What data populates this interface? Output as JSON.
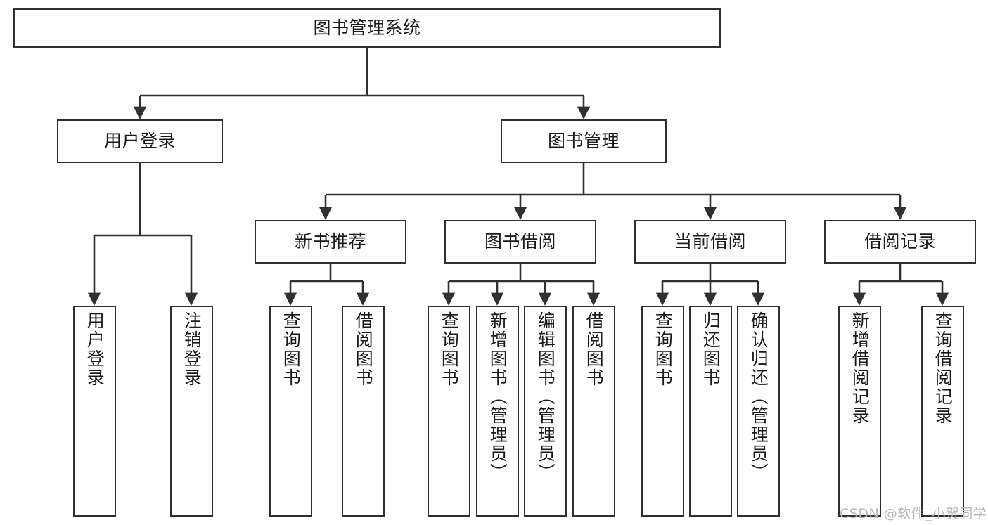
{
  "diagram": {
    "type": "tree-hierarchy",
    "title": "图书管理系统",
    "orientation": "top-down",
    "colors": {
      "box_border": "#303030",
      "box_fill": "#ffffff",
      "edge": "#303030",
      "text": "#1a1a1a",
      "watermark": "#b9b9b9",
      "background": "#ffffff"
    },
    "root": {
      "id": "root",
      "label": "图书管理系统",
      "text_direction": "horizontal"
    },
    "level2": [
      {
        "id": "user-login",
        "label": "用户登录",
        "text_direction": "horizontal"
      },
      {
        "id": "book-management",
        "label": "图书管理",
        "text_direction": "horizontal"
      }
    ],
    "level3": [
      {
        "id": "new-book-recommend",
        "label": "新书推荐",
        "text_direction": "horizontal",
        "parent": "book-management"
      },
      {
        "id": "book-borrow",
        "label": "图书借阅",
        "text_direction": "horizontal",
        "parent": "book-management"
      },
      {
        "id": "current-borrow",
        "label": "当前借阅",
        "text_direction": "horizontal",
        "parent": "book-management"
      },
      {
        "id": "borrow-record",
        "label": "借阅记录",
        "text_direction": "horizontal",
        "parent": "book-management"
      }
    ],
    "leaves": [
      {
        "id": "leaf-user-login",
        "label": "用户登录",
        "parent": "user-login",
        "text_direction": "vertical"
      },
      {
        "id": "leaf-logout-login",
        "label": "注销登录",
        "parent": "user-login",
        "text_direction": "vertical"
      },
      {
        "id": "leaf-query-book-1",
        "label": "查询图书",
        "parent": "new-book-recommend",
        "text_direction": "vertical"
      },
      {
        "id": "leaf-borrow-book-1",
        "label": "借阅图书",
        "parent": "new-book-recommend",
        "text_direction": "vertical"
      },
      {
        "id": "leaf-query-book-2",
        "label": "查询图书",
        "parent": "book-borrow",
        "text_direction": "vertical"
      },
      {
        "id": "leaf-add-book",
        "label": "新增图书（管理员）",
        "parent": "book-borrow",
        "text_direction": "vertical"
      },
      {
        "id": "leaf-edit-book",
        "label": "编辑图书（管理员）",
        "parent": "book-borrow",
        "text_direction": "vertical"
      },
      {
        "id": "leaf-borrow-book-2",
        "label": "借阅图书",
        "parent": "book-borrow",
        "text_direction": "vertical"
      },
      {
        "id": "leaf-query-book-3",
        "label": "查询图书",
        "parent": "current-borrow",
        "text_direction": "vertical"
      },
      {
        "id": "leaf-return-book",
        "label": "归还图书",
        "parent": "current-borrow",
        "text_direction": "vertical"
      },
      {
        "id": "leaf-confirm-return",
        "label": "确认归还（管理员）",
        "parent": "current-borrow",
        "text_direction": "vertical"
      },
      {
        "id": "leaf-add-borrow-record",
        "label": "新增借阅记录",
        "parent": "borrow-record",
        "text_direction": "vertical"
      },
      {
        "id": "leaf-query-borrow-record",
        "label": "查询借阅记录",
        "parent": "borrow-record",
        "text_direction": "vertical"
      }
    ],
    "watermark": "CSDN @软件_小贺同学"
  }
}
